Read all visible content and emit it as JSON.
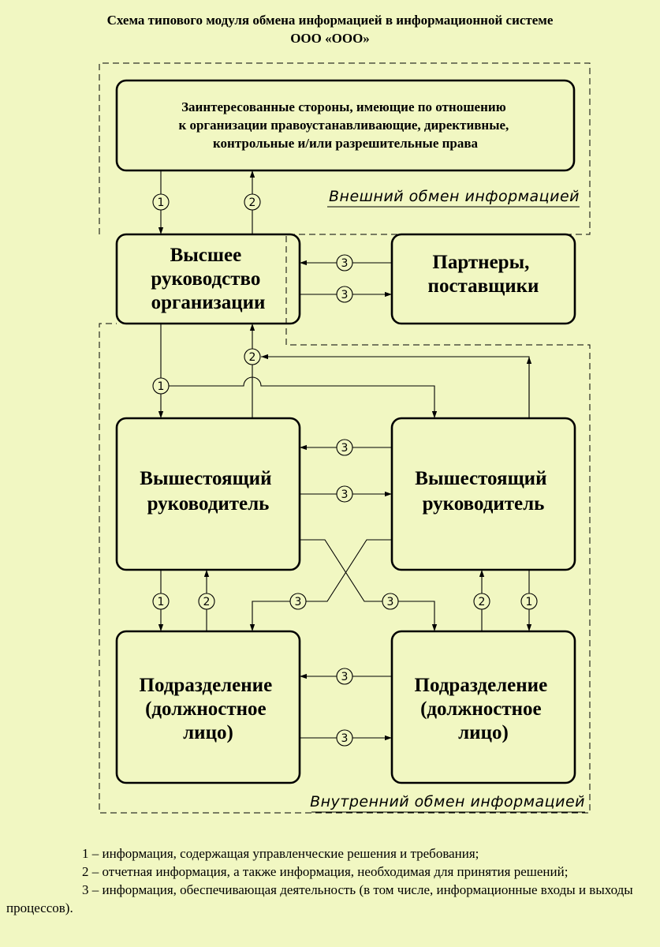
{
  "title": {
    "line1": "Схема типового модуля обмена информацией в информационной системе",
    "line2": "ООО «ООО»"
  },
  "boxes": {
    "stakeholders": [
      "Заинтересованные стороны, имеющие по отношению",
      "к организации правоустанавливающие, директивные,",
      "контрольные и/или разрешительные права"
    ],
    "top_management": [
      "Высшее",
      "руководство",
      "организации"
    ],
    "partners": [
      "Партнеры,",
      "поставщики"
    ],
    "superior_left": [
      "Вышестоящий",
      "руководитель"
    ],
    "superior_right": [
      "Вышестоящий",
      "руководитель"
    ],
    "unit_left": [
      "Подразделение",
      "(должностное",
      "лицо)"
    ],
    "unit_right": [
      "Подразделение",
      "(должностное",
      "лицо)"
    ]
  },
  "zones": {
    "external": "Внешний обмен информацией",
    "internal": "Внутренний обмен информацией"
  },
  "flow_labels": {
    "one": "1",
    "two": "2",
    "three": "3"
  },
  "legend": {
    "item1": "1 – информация, содержащая управленческие решения и требования;",
    "item2": "2 – отчетная информация, а также информация, необходимая для принятия решений;",
    "item3": "3 – информация, обеспечивающая деятельность (в том числе, информационные входы и выходы процессов)."
  }
}
